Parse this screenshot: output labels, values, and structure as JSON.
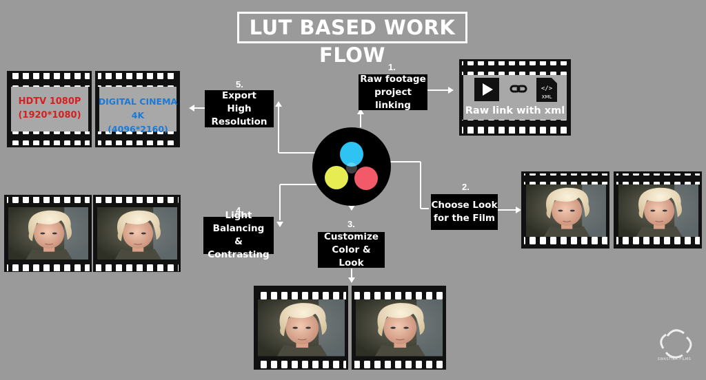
{
  "title": "LUT BASED WORK FLOW",
  "steps": [
    {
      "num": "1.",
      "lines": [
        "Raw footage",
        "project linking"
      ]
    },
    {
      "num": "2.",
      "lines": [
        "Choose Look",
        "for the Film"
      ]
    },
    {
      "num": "3.",
      "lines": [
        "Customize",
        "Color & Look"
      ]
    },
    {
      "num": "4.",
      "lines": [
        "Light Balancing",
        "& Contrasting"
      ]
    },
    {
      "num": "5.",
      "lines": [
        "Export",
        "High Resolution"
      ]
    }
  ],
  "raw_link": {
    "label": "Raw link with xml",
    "xml_icon_label": "XML"
  },
  "outputs": [
    {
      "lines": [
        "HDTV 1080P",
        "(1920*1080)"
      ],
      "color": "#d42020"
    },
    {
      "lines": [
        "DIGITAL CINEMA 4K",
        "(4096*2160)"
      ],
      "color": "#1a7ad6"
    }
  ],
  "watermark": "SWASTIKA FILMS",
  "icons": [
    "davinci-resolve-logo",
    "play-icon",
    "link-icon",
    "xml-file-icon",
    "swastika-films-logo"
  ]
}
